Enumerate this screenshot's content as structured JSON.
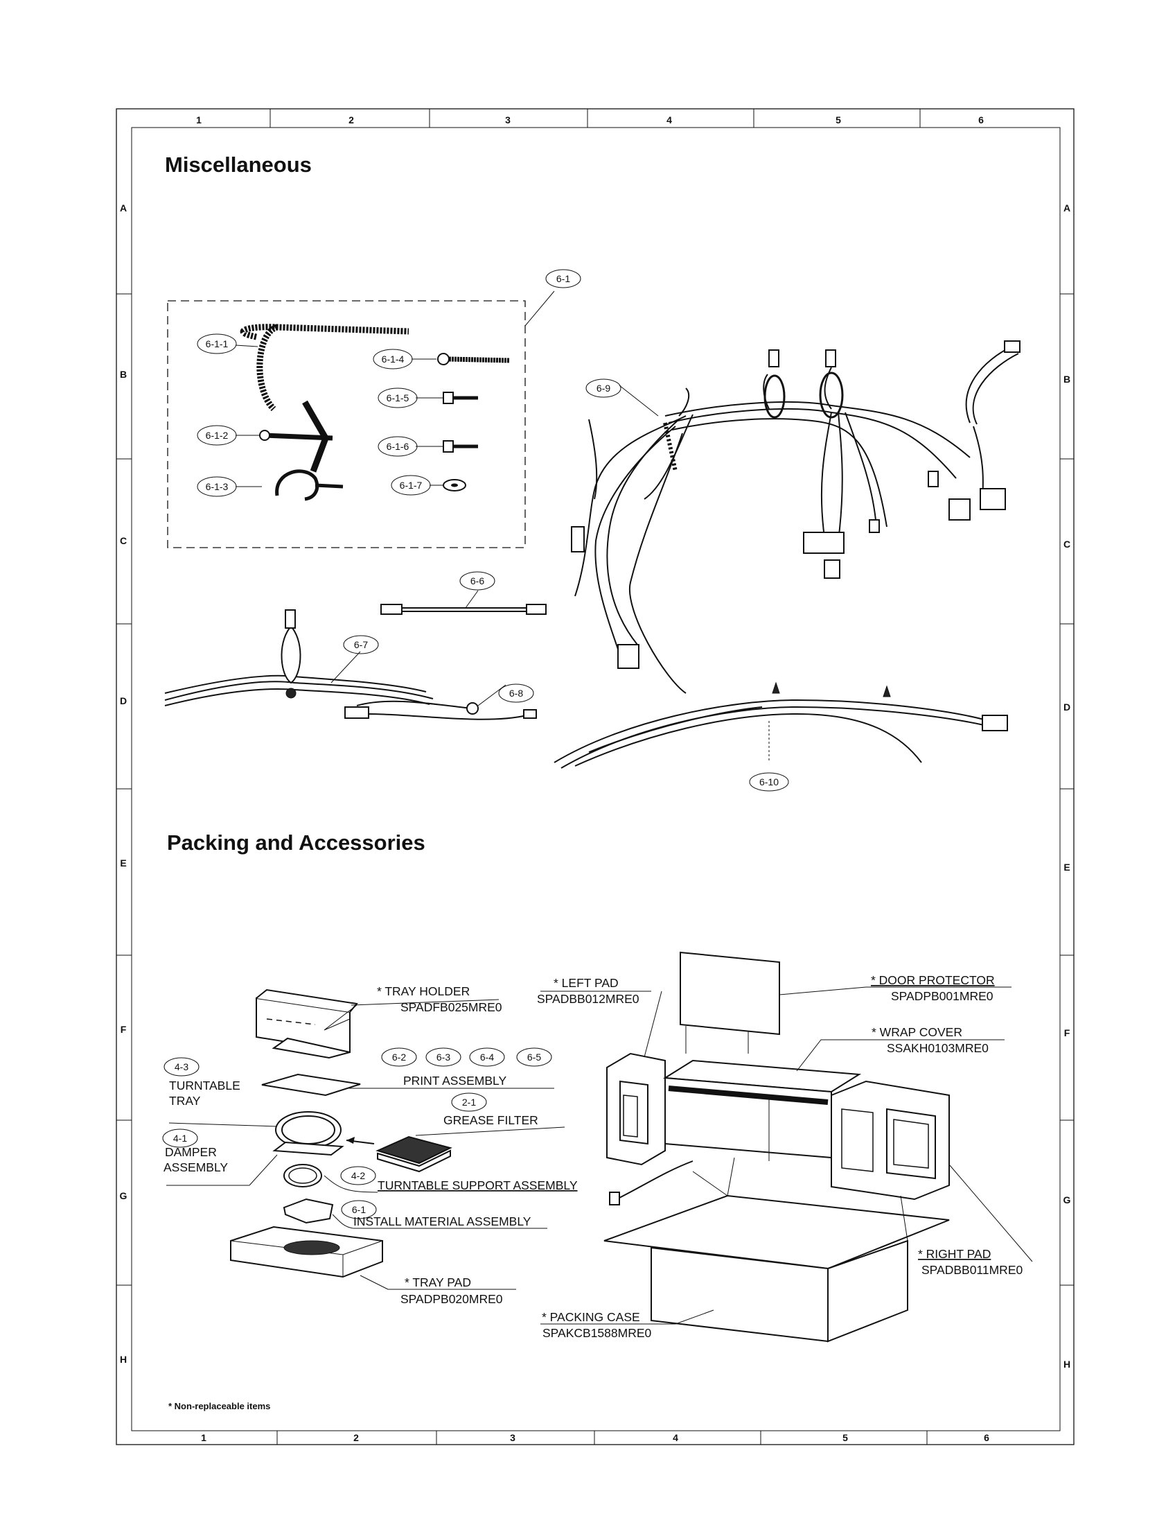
{
  "sections": {
    "misc_title": "Miscellaneous",
    "packing_title": "Packing and Accessories"
  },
  "grid": {
    "columns": [
      "1",
      "2",
      "3",
      "4",
      "5",
      "6"
    ],
    "rows": [
      "A",
      "B",
      "C",
      "D",
      "E",
      "F",
      "G",
      "H"
    ]
  },
  "misc_bubbles": [
    "6-1",
    "6-1-1",
    "6-1-2",
    "6-1-3",
    "6-1-4",
    "6-1-5",
    "6-1-6",
    "6-1-7",
    "6-6",
    "6-7",
    "6-8",
    "6-9",
    "6-10"
  ],
  "packing_bubbles": [
    "4-3",
    "4-1",
    "6-2",
    "6-3",
    "6-4",
    "6-5",
    "2-1",
    "4-2",
    "6-1"
  ],
  "labels": {
    "tray_holder": "*   TRAY HOLDER",
    "tray_holder_code": "SPADFB025MRE0",
    "print_assembly": "PRINT ASSEMBLY",
    "turntable_tray": "TURNTABLE",
    "turntable_tray_2": "TRAY",
    "grease_filter": "GREASE FILTER",
    "damper_assembly": "DAMPER",
    "damper_assembly_2": "ASSEMBLY",
    "turntable_support": "TURNTABLE SUPPORT ASSEMBLY",
    "install_material": "INSTALL MATERIAL ASSEMBLY",
    "tray_pad": "*   TRAY PAD",
    "tray_pad_code": "SPADPB020MRE0",
    "left_pad": "*  LEFT PAD",
    "left_pad_code": "SPADBB012MRE0",
    "door_protector": "*  DOOR PROTECTOR",
    "door_protector_code": "SPADPB001MRE0",
    "wrap_cover": "*  WRAP COVER",
    "wrap_cover_code": "SSAKH0103MRE0",
    "right_pad": "*  RIGHT PAD",
    "right_pad_code": "SPADBB011MRE0",
    "packing_case": "*  PACKING CASE",
    "packing_case_code": "SPAKCB1588MRE0"
  },
  "footnote": "* Non-replaceable items"
}
